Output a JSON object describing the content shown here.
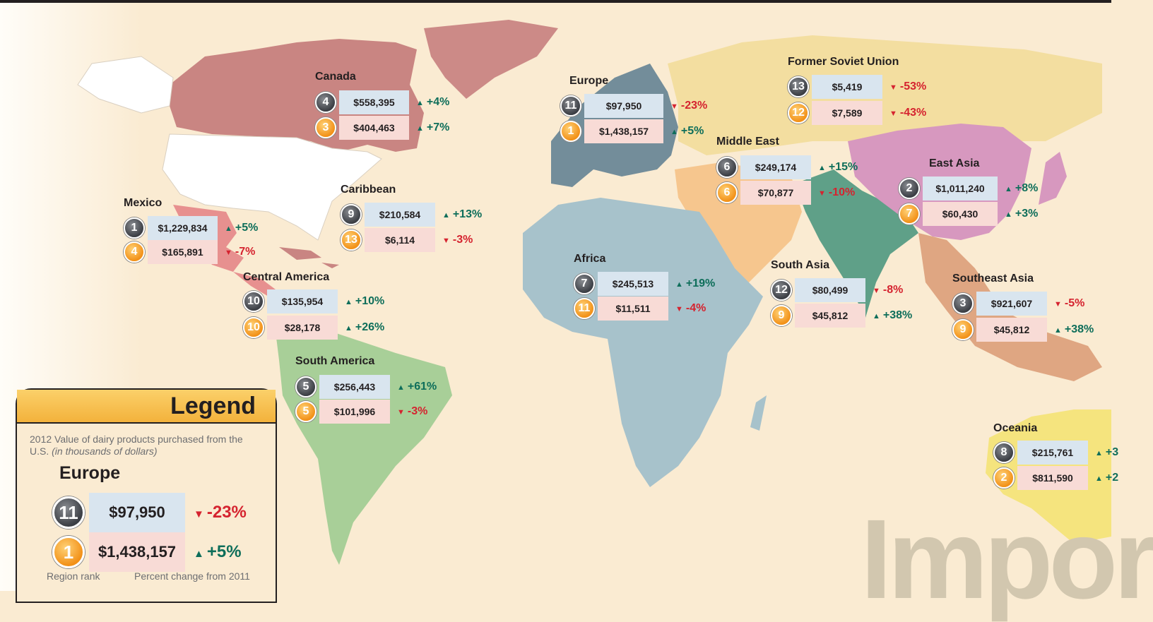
{
  "watermark": "Impor",
  "regions": {
    "canada": {
      "name": "Canada",
      "rank_2012": "4",
      "value_2012": "$558,395",
      "change_2012": "+4%",
      "rank_2011": "3",
      "value_2011": "$404,463",
      "change_2011": "+7%"
    },
    "mexico": {
      "name": "Mexico",
      "rank_2012": "1",
      "value_2012": "$1,229,834",
      "change_2012": "+5%",
      "rank_2011": "4",
      "value_2011": "$165,891",
      "change_2011": "-7%"
    },
    "caribbean": {
      "name": "Caribbean",
      "rank_2012": "9",
      "value_2012": "$210,584",
      "change_2012": "+13%",
      "rank_2011": "13",
      "value_2011": "$6,114",
      "change_2011": "-3%"
    },
    "central_america": {
      "name": "Central America",
      "rank_2012": "10",
      "value_2012": "$135,954",
      "change_2012": "+10%",
      "rank_2011": "10",
      "value_2011": "$28,178",
      "change_2011": "+26%"
    },
    "south_america": {
      "name": "South America",
      "rank_2012": "5",
      "value_2012": "$256,443",
      "change_2012": "+61%",
      "rank_2011": "5",
      "value_2011": "$101,996",
      "change_2011": "-3%"
    },
    "europe": {
      "name": "Europe",
      "rank_2012": "11",
      "value_2012": "$97,950",
      "change_2012": "-23%",
      "rank_2011": "1",
      "value_2011": "$1,438,157",
      "change_2011": "+5%"
    },
    "africa": {
      "name": "Africa",
      "rank_2012": "7",
      "value_2012": "$245,513",
      "change_2012": "+19%",
      "rank_2011": "11",
      "value_2011": "$11,511",
      "change_2011": "-4%"
    },
    "middle_east": {
      "name": "Middle East",
      "rank_2012": "6",
      "value_2012": "$249,174",
      "change_2012": "+15%",
      "rank_2011": "6",
      "value_2011": "$70,877",
      "change_2011": "-10%"
    },
    "former_soviet_union": {
      "name": "Former Soviet Union",
      "rank_2012": "13",
      "value_2012": "$5,419",
      "change_2012": "-53%",
      "rank_2011": "12",
      "value_2011": "$7,589",
      "change_2011": "-43%"
    },
    "east_asia": {
      "name": "East Asia",
      "rank_2012": "2",
      "value_2012": "$1,011,240",
      "change_2012": "+8%",
      "rank_2011": "7",
      "value_2011": "$60,430",
      "change_2011": "+3%"
    },
    "south_asia": {
      "name": "South Asia",
      "rank_2012": "12",
      "value_2012": "$80,499",
      "change_2012": "-8%",
      "rank_2011": "9",
      "value_2011": "$45,812",
      "change_2011": "+38%"
    },
    "southeast_asia": {
      "name": "Southeast Asia",
      "rank_2012": "3",
      "value_2012": "$921,607",
      "change_2012": "-5%",
      "rank_2011": "9",
      "value_2011": "$45,812",
      "change_2011": "+38%"
    },
    "oceania": {
      "name": "Oceania",
      "rank_2012": "8",
      "value_2012": "$215,761",
      "change_2012": "+3",
      "rank_2011": "2",
      "value_2011": "$811,590",
      "change_2011": "+2"
    }
  },
  "legend": {
    "title": "Legend",
    "desc_main": "2012 Value of dairy products purchased from the U.S.",
    "desc_italic": "(in thousands of dollars)",
    "example_region": "Europe",
    "example_rank_1": "11",
    "example_value_1": "$97,950",
    "example_change_1": "-23%",
    "example_rank_2": "1",
    "example_value_2": "$1,438,157",
    "example_change_2": "+5%",
    "label_rank": "Region rank",
    "label_change": "Percent change from 2011"
  },
  "colors": {
    "background": "#faebd2",
    "canada": "#c98582",
    "mexico": "#e7908f",
    "central_america": "#e7908f",
    "south_america": "#a8cf98",
    "europe": "#738d9a",
    "africa": "#a7c2cb",
    "middle_east": "#f6c68e",
    "former_soviet_union": "#f3dea0",
    "east_asia": "#d798bf",
    "south_asia": "#5fa088",
    "southeast_asia": "#dfa682",
    "oceania": "#f5e47e",
    "greenland": "#cc8a87",
    "up": "#0e6e5a",
    "down": "#d5232f",
    "rank_dark": "#3b3e44",
    "rank_orange": "#f29118",
    "value_blue": "#d9e5ef",
    "value_pink": "#f8dbd6",
    "legend_header": "#f3b23c"
  }
}
